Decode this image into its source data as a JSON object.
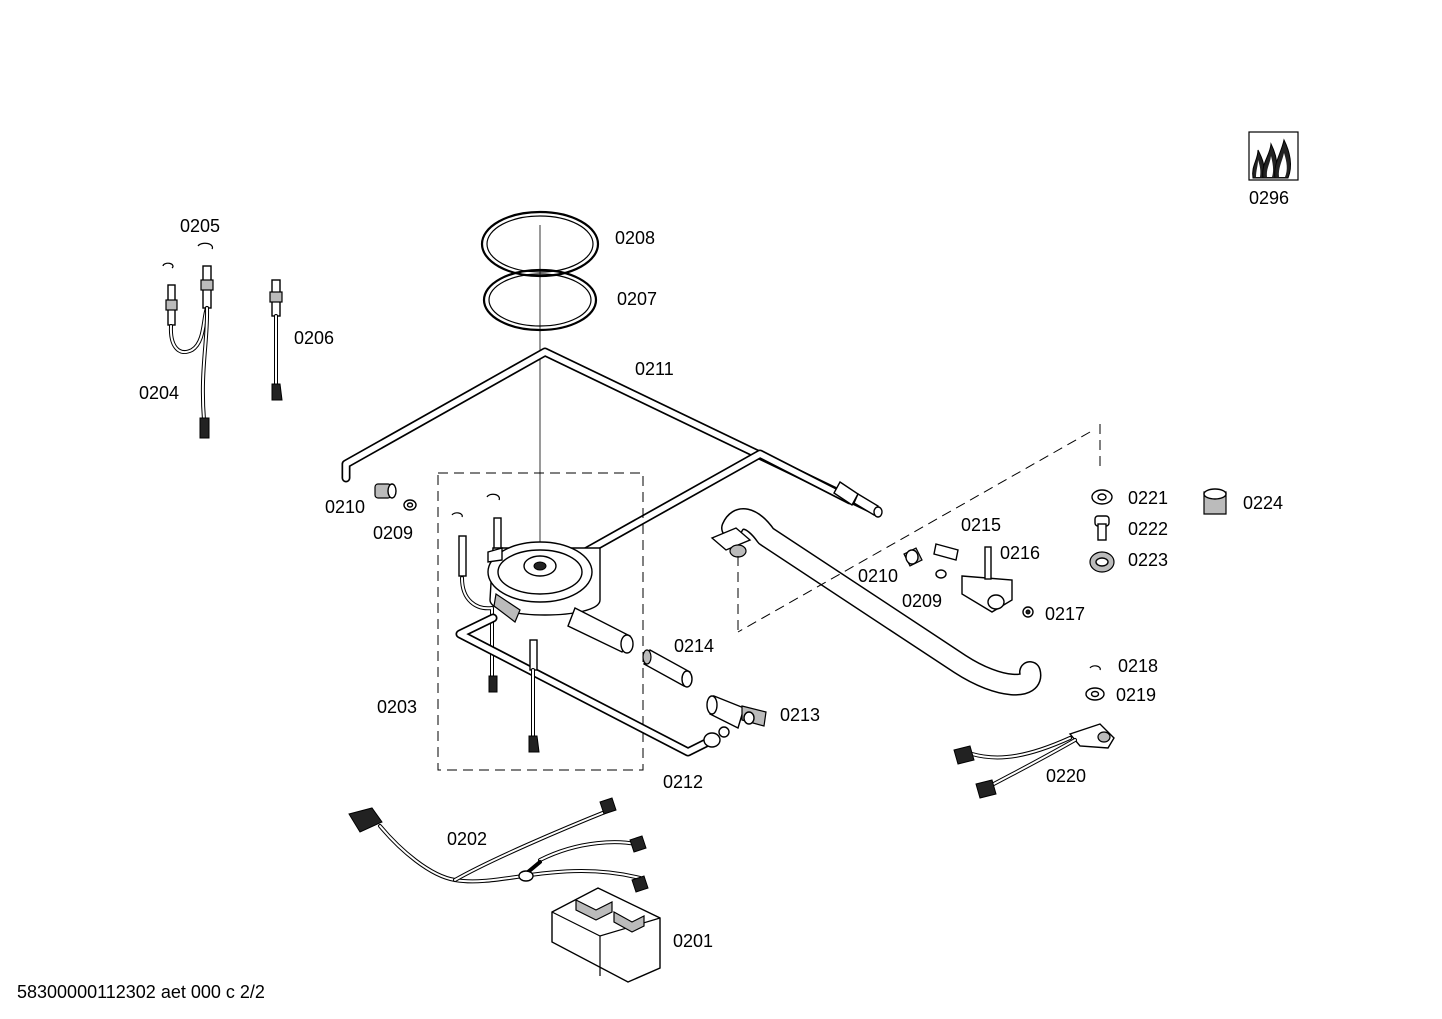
{
  "footer": {
    "doc_code": "58300000112302 aet 000 c 2/2"
  },
  "icons": {
    "logo": "gas-flames-icon"
  },
  "callouts": [
    {
      "id": "c0296",
      "label": "0296"
    },
    {
      "id": "c0205",
      "label": "0205"
    },
    {
      "id": "c0208",
      "label": "0208"
    },
    {
      "id": "c0207",
      "label": "0207"
    },
    {
      "id": "c0206",
      "label": "0206"
    },
    {
      "id": "c0211",
      "label": "0211"
    },
    {
      "id": "c0204",
      "label": "0204"
    },
    {
      "id": "c0221",
      "label": "0221"
    },
    {
      "id": "c0224",
      "label": "0224"
    },
    {
      "id": "c0210a",
      "label": "0210"
    },
    {
      "id": "c0222",
      "label": "0222"
    },
    {
      "id": "c0215",
      "label": "0215"
    },
    {
      "id": "c0209a",
      "label": "0209"
    },
    {
      "id": "c0216",
      "label": "0216"
    },
    {
      "id": "c0223",
      "label": "0223"
    },
    {
      "id": "c0210b",
      "label": "0210"
    },
    {
      "id": "c0209b",
      "label": "0209"
    },
    {
      "id": "c0217",
      "label": "0217"
    },
    {
      "id": "c0214",
      "label": "0214"
    },
    {
      "id": "c0218",
      "label": "0218"
    },
    {
      "id": "c0219",
      "label": "0219"
    },
    {
      "id": "c0203",
      "label": "0203"
    },
    {
      "id": "c0213",
      "label": "0213"
    },
    {
      "id": "c0220",
      "label": "0220"
    },
    {
      "id": "c0212",
      "label": "0212"
    },
    {
      "id": "c0202",
      "label": "0202"
    },
    {
      "id": "c0201",
      "label": "0201"
    }
  ]
}
